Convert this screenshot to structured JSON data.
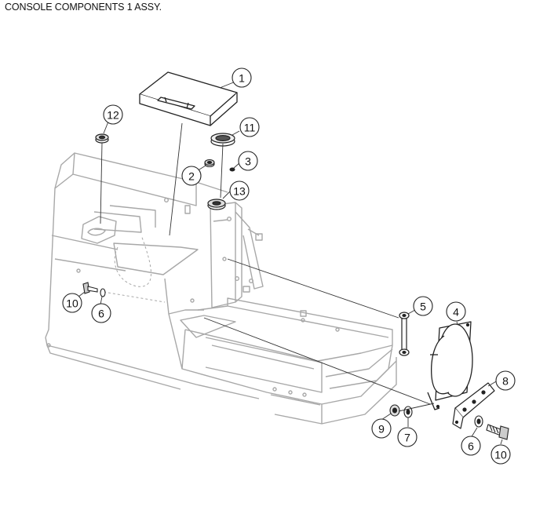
{
  "title": "CONSOLE COMPONENTS 1 ASSY.",
  "colors": {
    "frame_line": "#a8a8a8",
    "part_line": "#222222",
    "leader_line": "#333333",
    "callout_circle": "#222222"
  },
  "callouts": [
    {
      "id": "c1",
      "label": "1"
    },
    {
      "id": "c2",
      "label": "2"
    },
    {
      "id": "c3",
      "label": "3"
    },
    {
      "id": "c4",
      "label": "4"
    },
    {
      "id": "c5",
      "label": "5"
    },
    {
      "id": "c6a",
      "label": "6"
    },
    {
      "id": "c6b",
      "label": "6"
    },
    {
      "id": "c7",
      "label": "7"
    },
    {
      "id": "c8",
      "label": "8"
    },
    {
      "id": "c9",
      "label": "9"
    },
    {
      "id": "c10a",
      "label": "10"
    },
    {
      "id": "c10b",
      "label": "10"
    },
    {
      "id": "c11",
      "label": "11"
    },
    {
      "id": "c12",
      "label": "12"
    },
    {
      "id": "c13",
      "label": "13"
    }
  ]
}
